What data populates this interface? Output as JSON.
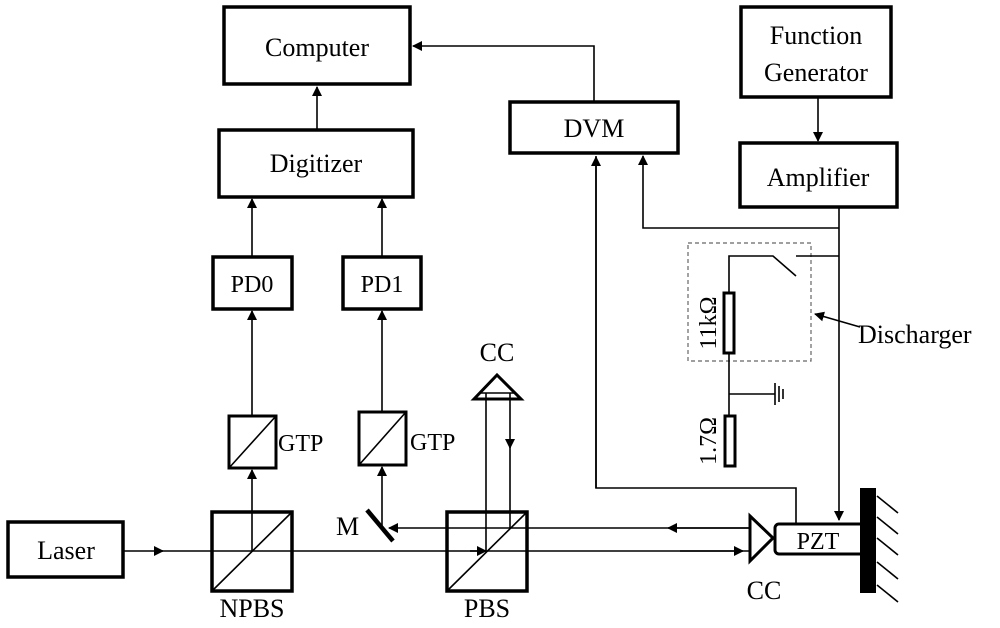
{
  "diagram": {
    "title": "",
    "blocks": {
      "computer": "Computer",
      "function_generator_line1": "Function",
      "function_generator_line2": "Generator",
      "dvm": "DVM",
      "digitizer": "Digitizer",
      "amplifier": "Amplifier",
      "pd0": "PD0",
      "pd1": "PD1",
      "laser": "Laser",
      "pzt": "PZT"
    },
    "optics": {
      "gtp_left": "GTP",
      "gtp_right": "GTP",
      "npbs": "NPBS",
      "pbs": "PBS",
      "mirror": "M",
      "cc_top": "CC",
      "cc_right": "CC"
    },
    "circuit": {
      "r_discharge": "11kΩ",
      "r_sense": "1.7Ω",
      "discharger_label": "Discharger"
    },
    "colors": {
      "stroke": "#000000",
      "background": "#ffffff",
      "discharger_dash": "#666666"
    }
  }
}
